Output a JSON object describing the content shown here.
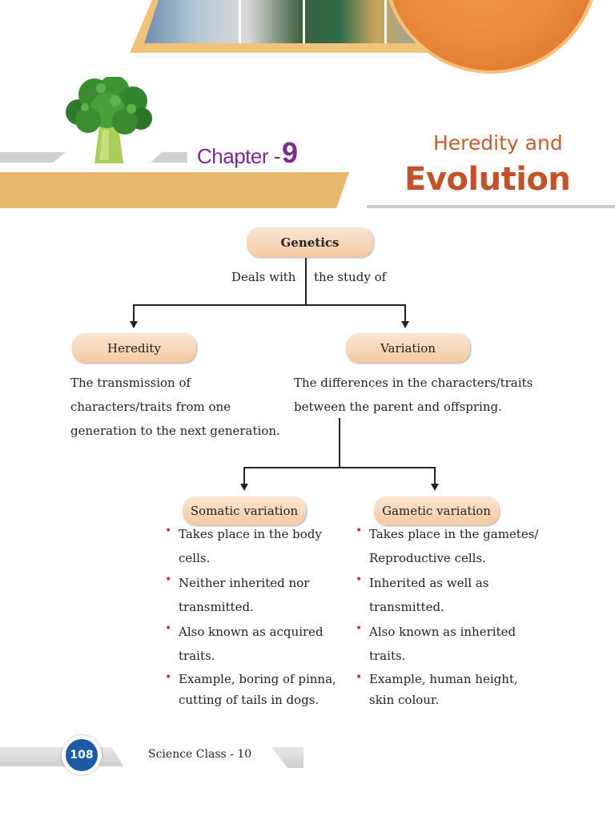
{
  "header": {
    "chapter_label": "Chapter -",
    "chapter_number": "9",
    "title_line1": "Heredity and",
    "title_line2": "Evolution"
  },
  "diagram": {
    "root": "Genetics",
    "root_caption_left": "Deals with",
    "root_caption_right": "the study of",
    "heredity": {
      "label": "Heredity",
      "description": [
        "The transmission of",
        "characters/traits from one",
        "generation to the next generation."
      ]
    },
    "variation": {
      "label": "Variation",
      "description": [
        "The differences in the characters/traits",
        "between the parent and offspring."
      ]
    },
    "somatic": {
      "label": "Somatic variation",
      "points": [
        [
          "Takes place in the body",
          "cells."
        ],
        [
          "Neither inherited nor",
          "transmitted."
        ],
        [
          "Also known as acquired",
          "traits."
        ],
        [
          "Example, boring of pinna,",
          "cutting of tails in dogs."
        ]
      ]
    },
    "gametic": {
      "label": "Gametic variation",
      "points": [
        [
          "Takes place in the gametes/",
          "Reproductive cells."
        ],
        [
          "Inherited as well as",
          "transmitted."
        ],
        [
          "Also known as inherited",
          "traits."
        ],
        [
          "Example, human height,",
          "skin colour."
        ]
      ]
    }
  },
  "footer": {
    "page_number": "108",
    "book_title": "Science Class - 10"
  },
  "colors": {
    "accent_purple": "#7b2a8e",
    "title_orange": "#c2522a",
    "bullet_pink": "#d81b7a",
    "page_badge_blue": "#1c5aa5"
  }
}
